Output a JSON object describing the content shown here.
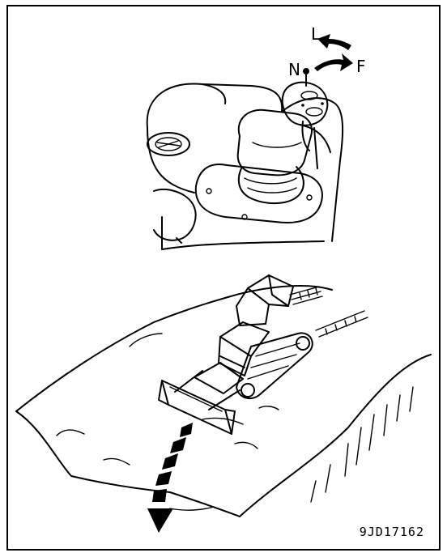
{
  "labels": {
    "left": "L",
    "neutral": "N",
    "forward": "F"
  },
  "figure_code": "9JD17162"
}
